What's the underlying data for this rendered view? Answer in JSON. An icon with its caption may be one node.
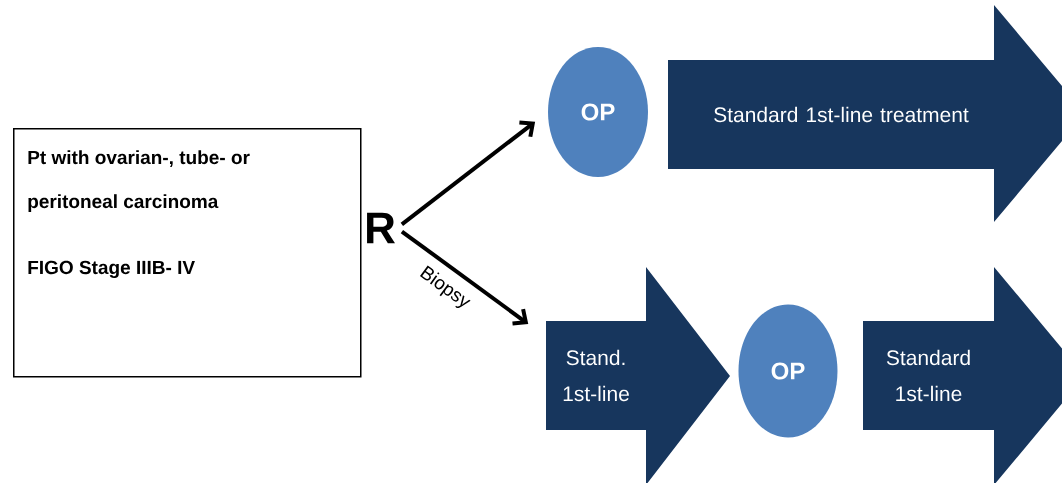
{
  "diagram": {
    "nodes": [
      {
        "text": [
          "Pt with ovarian-, tube- or peritoneal carcinoma",
          "FIGO Stage IIIB- IV"
        ]
      },
      {
        "text": [
          "R"
        ]
      },
      {
        "text": [
          "OP"
        ]
      },
      {
        "text": [
          "Standard 1st-line treatment"
        ]
      },
      {
        "text": [
          "Stand. 1st-line"
        ]
      },
      {
        "text": [
          "OP"
        ]
      },
      {
        "text": [
          "Standard 1st-line"
        ]
      }
    ],
    "edges": [
      {
        "from": 1,
        "to": 2,
        "arrow": "to"
      },
      {
        "from": 1,
        "to": 4,
        "arrow": "to",
        "label": "Biopsy"
      }
    ]
  }
}
